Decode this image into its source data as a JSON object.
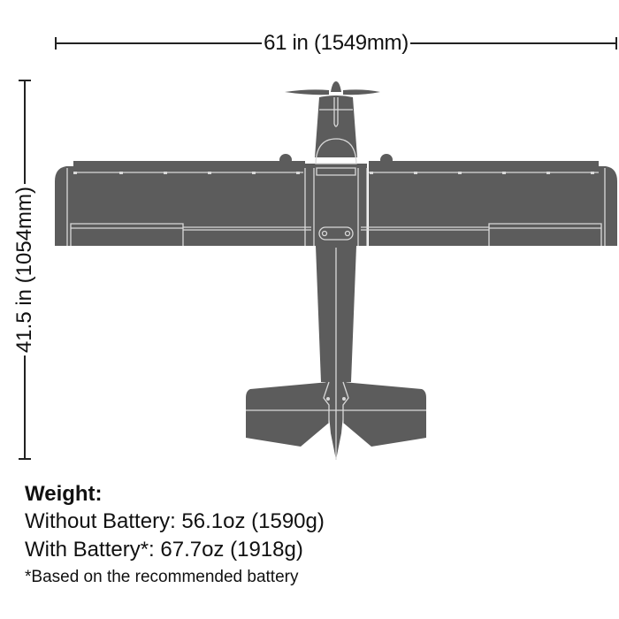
{
  "dimensions": {
    "wingspan": "61 in (1549mm)",
    "length": "41.5 in (1054mm)"
  },
  "weight": {
    "title": "Weight:",
    "without_battery": "Without Battery: 56.1oz (1590g)",
    "with_battery": "With Battery*: 67.7oz (1918g)",
    "footnote": "*Based on the recommended battery"
  },
  "colors": {
    "airframe": "#5c5c5c",
    "panel_lines": "#d9d9d9",
    "text": "#111111"
  }
}
